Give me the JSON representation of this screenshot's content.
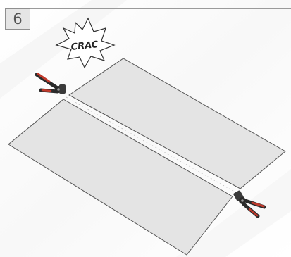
{
  "step": {
    "number": "6"
  },
  "callout": {
    "text": "CRAC"
  },
  "icons": {
    "left_tool": "pliers-icon",
    "right_tool": "pliers-icon",
    "burst": "starburst-callout"
  },
  "colors": {
    "sheet_fill": "#e4e4e4",
    "sheet_stroke": "#555555",
    "badge_fill": "#e5e5e5",
    "top_rule": "#9a9a9a",
    "handle_red": "#c0392b",
    "tool_dark": "#2a2a2a"
  }
}
